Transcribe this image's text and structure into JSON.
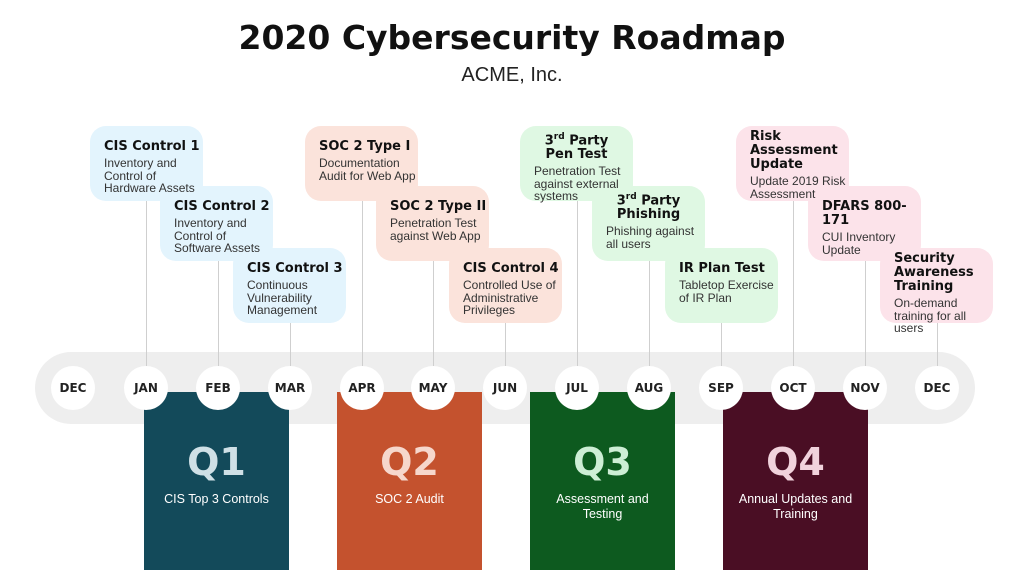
{
  "title": "2020 Cybersecurity Roadmap",
  "subtitle": "ACME, Inc.",
  "months": [
    "DEC",
    "JAN",
    "FEB",
    "MAR",
    "APR",
    "MAY",
    "JUN",
    "JUL",
    "AUG",
    "SEP",
    "OCT",
    "NOV",
    "DEC"
  ],
  "quarters": [
    {
      "label": "Q1",
      "desc": "CIS Top 3 Controls",
      "color": "#134a5a",
      "text_color": "#cfe0e6"
    },
    {
      "label": "Q2",
      "desc": "SOC 2 Audit",
      "color": "#c4522e",
      "text_color": "#f6d7cc"
    },
    {
      "label": "Q3",
      "desc": "Assessment and Testing",
      "color": "#0d5a1f",
      "text_color": "#cdeed5"
    },
    {
      "label": "Q4",
      "desc": "Annual Updates and Training",
      "color": "#4a0e24",
      "text_color": "#f1d2dc"
    }
  ],
  "items": [
    {
      "title": "CIS Control 1",
      "desc": "Inventory and Control of Hardware Assets",
      "month": "JAN",
      "color": "#e3f4fd"
    },
    {
      "title": "CIS Control 2",
      "desc": "Inventory and Control of Software Assets",
      "month": "FEB",
      "color": "#e3f4fd"
    },
    {
      "title": "CIS Control 3",
      "desc": "Continuous Vulnerability Management",
      "month": "MAR",
      "color": "#e3f4fd"
    },
    {
      "title": "SOC 2 Type I",
      "desc": "Documentation Audit for Web App",
      "month": "APR",
      "color": "#fbe3db"
    },
    {
      "title": "SOC 2 Type II",
      "desc": "Penetration Test against Web App",
      "month": "MAY",
      "color": "#fbe3db"
    },
    {
      "title": "CIS Control 4",
      "desc": "Controlled Use of Administrative Privileges",
      "month": "JUN",
      "color": "#fbe3db"
    },
    {
      "title": "3rd Party Pen Test",
      "desc": "Penetration Test against external systems",
      "month": "JUL",
      "color": "#dff8e3"
    },
    {
      "title": "3rd Party Phishing",
      "desc": "Phishing against all users",
      "month": "AUG",
      "color": "#dff8e3"
    },
    {
      "title": "IR Plan Test",
      "desc": "Tabletop Exercise of IR Plan",
      "month": "SEP",
      "color": "#dff8e3"
    },
    {
      "title": "Risk Assessment Update",
      "desc": "Update 2019 Risk Assessment",
      "month": "OCT",
      "color": "#fce3ea"
    },
    {
      "title": "DFARS 800-171",
      "desc": "CUI Inventory Update",
      "month": "NOV",
      "color": "#fce3ea"
    },
    {
      "title": "Security Awareness Training",
      "desc": "On-demand training for all users",
      "month": "DEC",
      "color": "#fce3ea"
    }
  ]
}
